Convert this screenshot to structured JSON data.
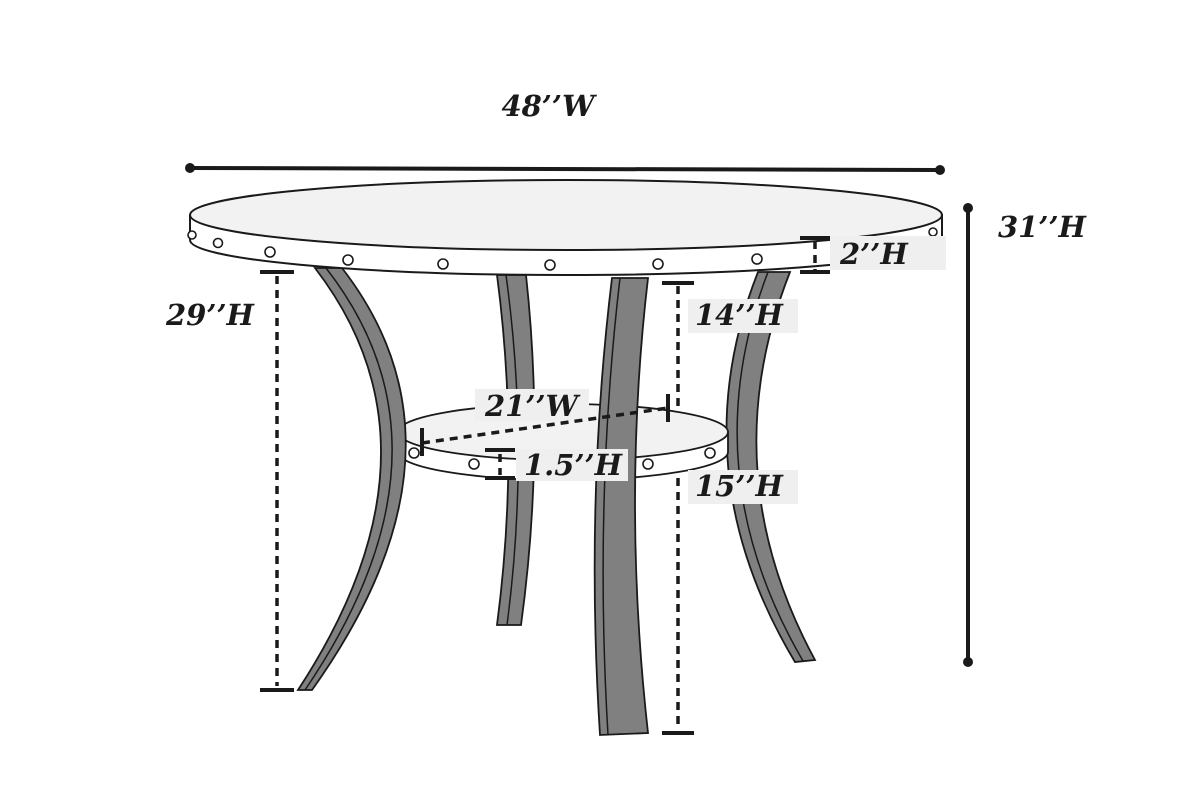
{
  "dimensions": {
    "table_width": "48’’W",
    "table_height": "31’’H",
    "top_thickness": "2’’H",
    "under_top_height": "29’’H",
    "shelf_to_top": "14’’H",
    "shelf_width": "21’’W",
    "shelf_thickness": "1.5’’H",
    "shelf_height": "15’’H"
  },
  "colors": {
    "legs": "#808080",
    "table_top": "#f2f2f2",
    "lines": "#1a1a1a",
    "label_background": "#efefef"
  }
}
